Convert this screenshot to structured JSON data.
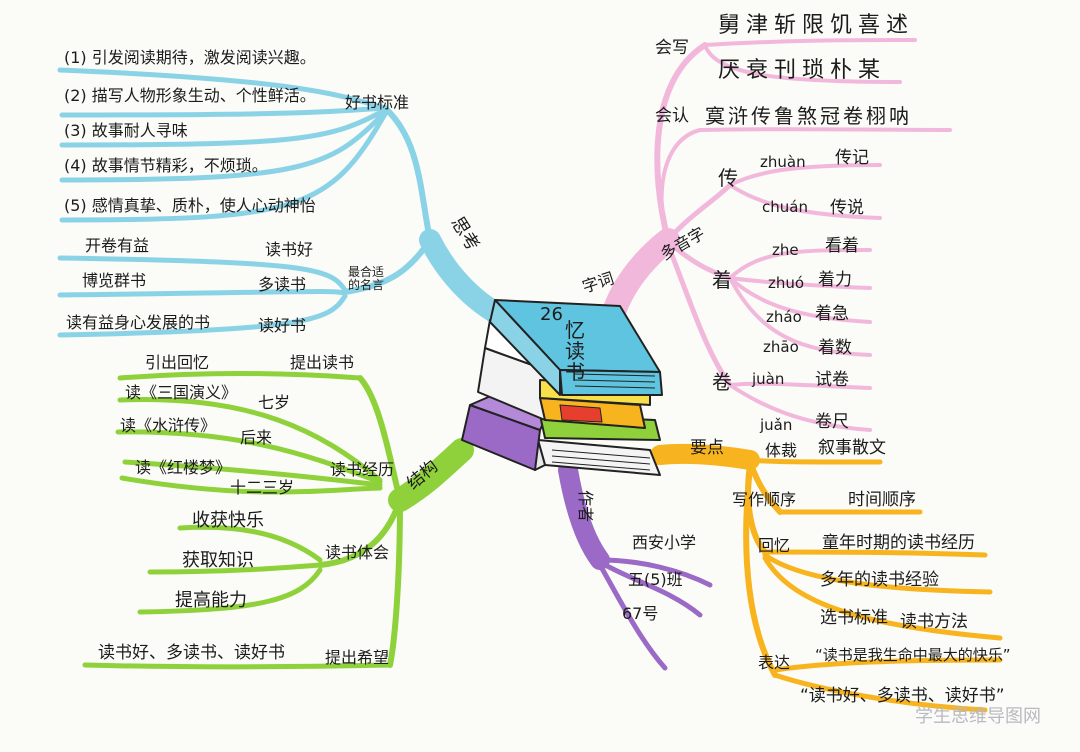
{
  "center": {
    "number": "26",
    "title": "忆读书"
  },
  "reflection": {
    "label": "思考",
    "good_book": {
      "label": "好书标准",
      "items": [
        "(1) 引发阅读期待，激发阅读兴趣。",
        "(2) 描写人物形象生动、个性鲜活。",
        "(3) 故事耐人寻味",
        "(4) 故事情节精彩，不烦琐。",
        "(5) 感情真挚、质朴，使人心动神怡"
      ]
    },
    "proverbs": {
      "label": "最合适的名言",
      "rows": [
        {
          "saying": "开卷有益",
          "match": "读书好"
        },
        {
          "saying": "博览群书",
          "match": "多读书"
        },
        {
          "saying": "读有益身心发展的书",
          "match": "读好书"
        }
      ]
    }
  },
  "vocab": {
    "label": "字词",
    "write": {
      "label": "会写",
      "line1": "舅津斩限饥喜述",
      "line2": "厌衰刊琐朴某"
    },
    "recognize": {
      "label": "会认",
      "line": "寞浒传鲁煞冠卷栩呐"
    },
    "polyphone": {
      "label": "多音字",
      "groups": [
        {
          "char": "传",
          "readings": [
            {
              "pinyin": "zhuàn",
              "word": "传记"
            },
            {
              "pinyin": "chuán",
              "word": "传说"
            }
          ]
        },
        {
          "char": "着",
          "readings": [
            {
              "pinyin": "zhe",
              "word": "看着"
            },
            {
              "pinyin": "zhuó",
              "word": "着力"
            },
            {
              "pinyin": "zháo",
              "word": "着急"
            },
            {
              "pinyin": "zhāo",
              "word": "着数"
            }
          ]
        },
        {
          "char": "卷",
          "readings": [
            {
              "pinyin": "juàn",
              "word": "试卷"
            },
            {
              "pinyin": "juǎn",
              "word": "卷尺"
            }
          ]
        }
      ]
    }
  },
  "structure": {
    "label": "结构",
    "history": {
      "label": "读书经历",
      "intro": {
        "text": "引出回忆",
        "node": "提出读书"
      },
      "items": [
        {
          "book": "读《三国演义》",
          "age": "七岁"
        },
        {
          "book": "读《水浒传》",
          "age": "后来"
        },
        {
          "book": "读《红楼梦》",
          "age": "十二三岁"
        }
      ]
    },
    "experience": {
      "label": "读书体会",
      "items": [
        "收获快乐",
        "获取知识",
        "提高能力"
      ]
    },
    "hope": {
      "label": "提出希望",
      "text": "读书好、多读书、读好书"
    }
  },
  "points": {
    "label": "要点",
    "genre": {
      "label": "体裁",
      "value": "叙事散文"
    },
    "order": {
      "label": "写作顺序",
      "value": "时间顺序"
    },
    "recall": {
      "label": "回忆",
      "items": [
        "童年时期的读书经历",
        "多年的读书经验",
        "选书标准",
        "读书方法"
      ]
    },
    "express": {
      "label": "表达",
      "quote1": "“读书是我生命中最大的快乐”",
      "quote2": "“读书好、多读书、读好书”"
    }
  },
  "author": {
    "label": "作者",
    "school": "西安小学",
    "class": "五(5)班",
    "number": "67号"
  },
  "watermark": "学生思维导图网",
  "colors": {
    "blue": "#8ad3e6",
    "pink": "#f2b8dc",
    "green": "#8fd13a",
    "orange": "#f7b41e",
    "purple": "#9a6ac6"
  }
}
